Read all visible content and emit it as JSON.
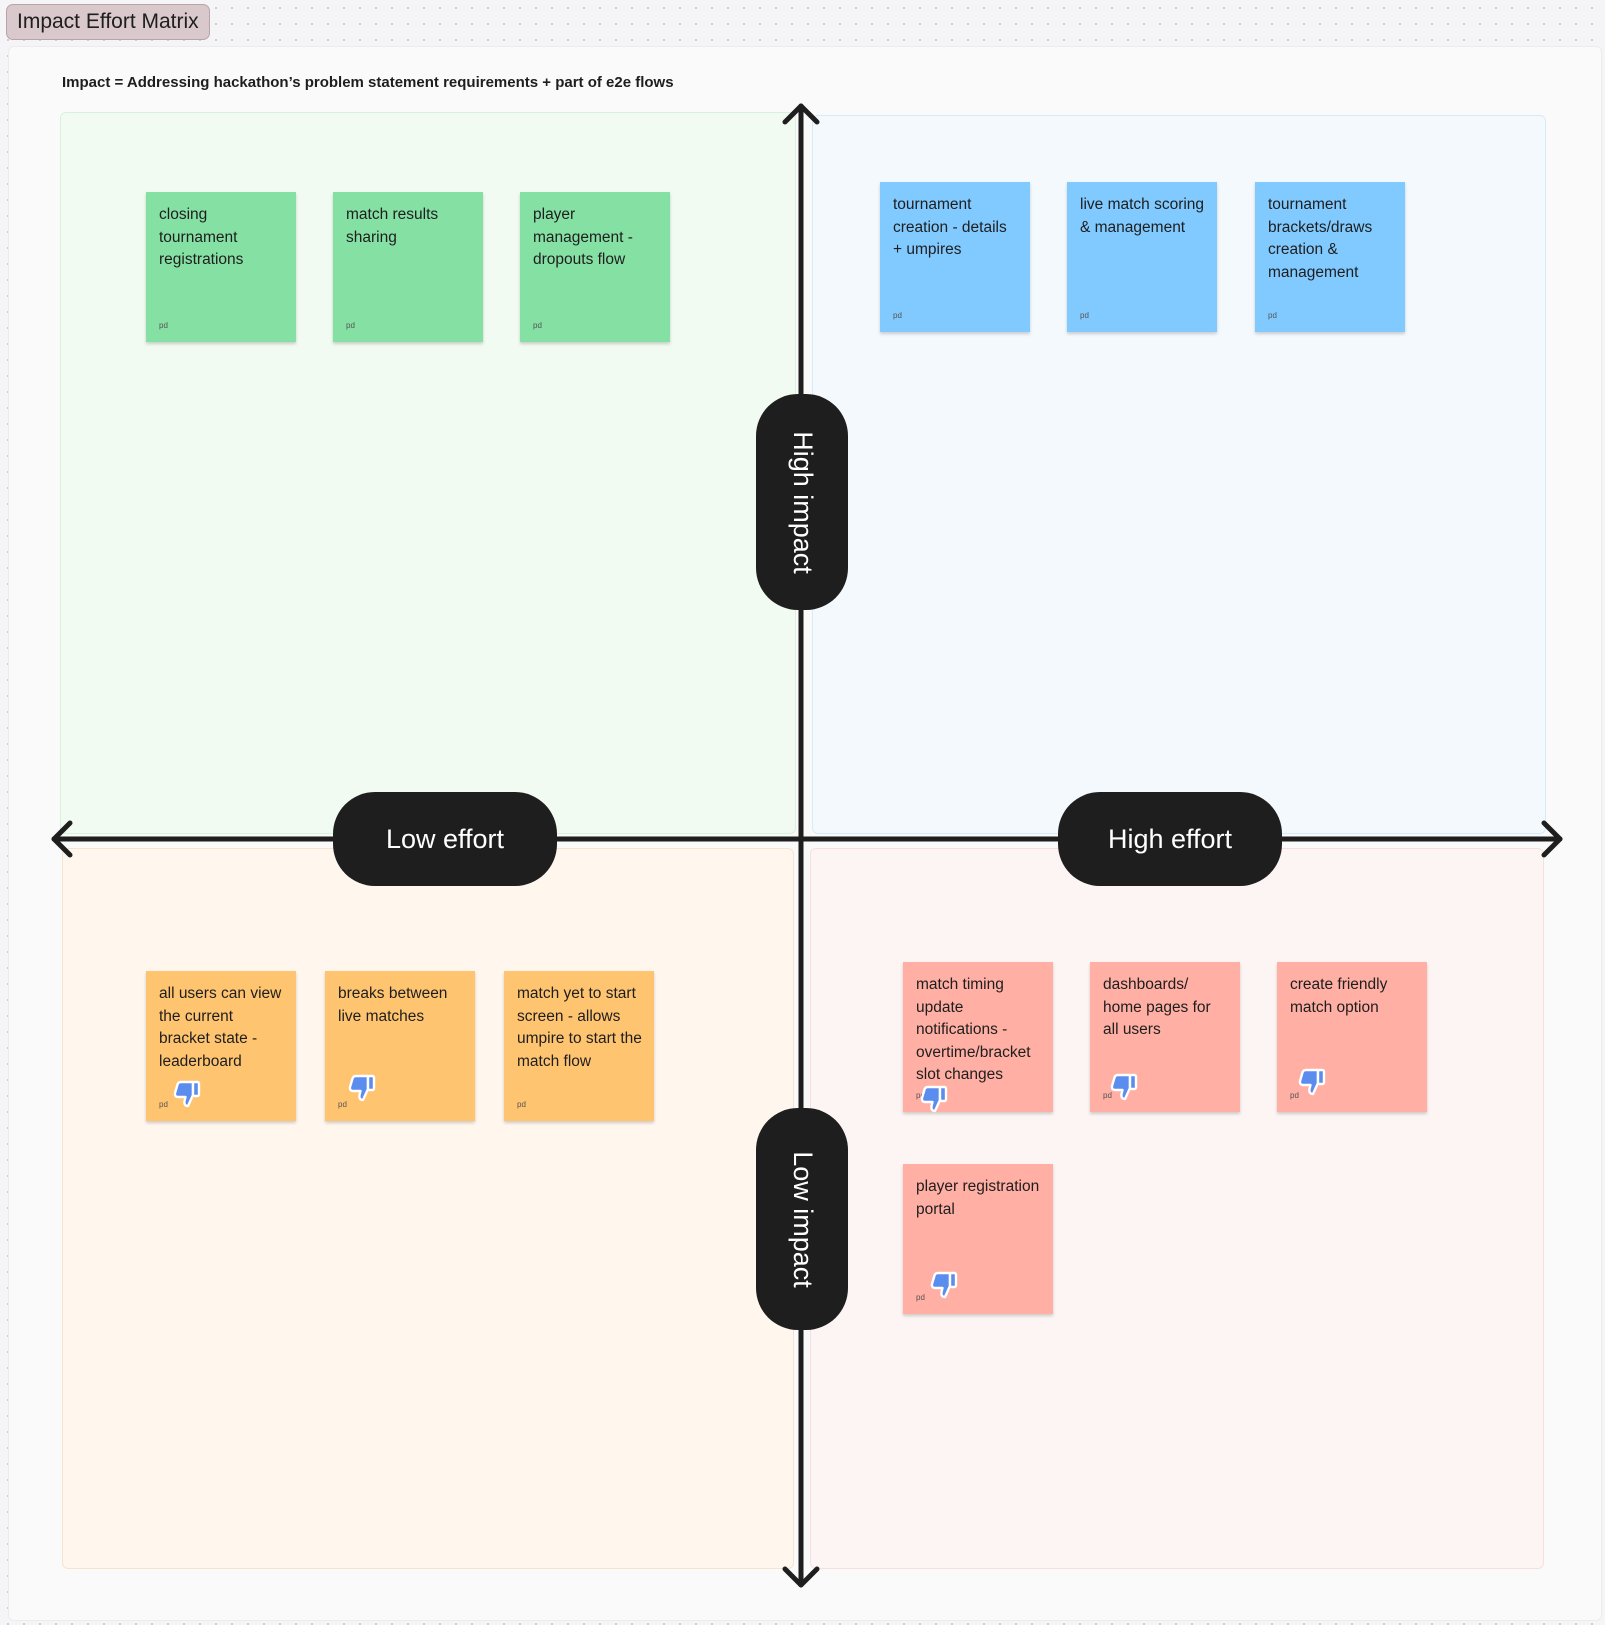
{
  "board": {
    "section_title": "Impact Effort Matrix",
    "subtitle": "Impact = Addressing hackathon’s problem statement requirements + part of e2e flows"
  },
  "axes": {
    "high_impact": "High impact",
    "low_impact": "Low impact",
    "low_effort": "Low effort",
    "high_effort": "High effort"
  },
  "colors": {
    "green_sticky": "#85e0a3",
    "blue_sticky": "#80caff",
    "orange_sticky": "#ffc470",
    "red_sticky": "#ffafa3",
    "axis": "#1e1e1e",
    "reaction_fill": "#5b8def"
  },
  "quadrants": {
    "high_impact_low_effort": {
      "notes": [
        {
          "text": "closing tournament registrations",
          "author": "pd",
          "reactions": []
        },
        {
          "text": "match results sharing",
          "author": "pd",
          "reactions": []
        },
        {
          "text": "player management - dropouts flow",
          "author": "pd",
          "reactions": []
        }
      ]
    },
    "high_impact_high_effort": {
      "notes": [
        {
          "text": "tournament creation - details + umpires",
          "author": "pd",
          "reactions": []
        },
        {
          "text": "live match scoring & management",
          "author": "pd",
          "reactions": []
        },
        {
          "text": "tournament brackets/draws creation & management",
          "author": "pd",
          "reactions": []
        }
      ]
    },
    "low_impact_low_effort": {
      "notes": [
        {
          "text": "all users can view the current bracket state - leaderboard",
          "author": "pd",
          "reactions": [
            "thumbs-down-icon"
          ]
        },
        {
          "text": "breaks between live matches",
          "author": "pd",
          "reactions": [
            "thumbs-down-icon"
          ]
        },
        {
          "text": "match yet to start screen - allows umpire to start the match flow",
          "author": "pd",
          "reactions": []
        }
      ]
    },
    "low_impact_high_effort": {
      "notes": [
        {
          "text": "match timing update notifications - overtime/bracket slot changes",
          "author": "pd",
          "reactions": [
            "thumbs-down-icon"
          ]
        },
        {
          "text": "dashboards/ home pages for all users",
          "author": "pd",
          "reactions": [
            "thumbs-down-icon"
          ]
        },
        {
          "text": "create friendly match option",
          "author": "pd",
          "reactions": [
            "thumbs-down-icon"
          ]
        },
        {
          "text": "player registration portal",
          "author": "pd",
          "reactions": [
            "thumbs-down-icon"
          ]
        }
      ]
    }
  }
}
